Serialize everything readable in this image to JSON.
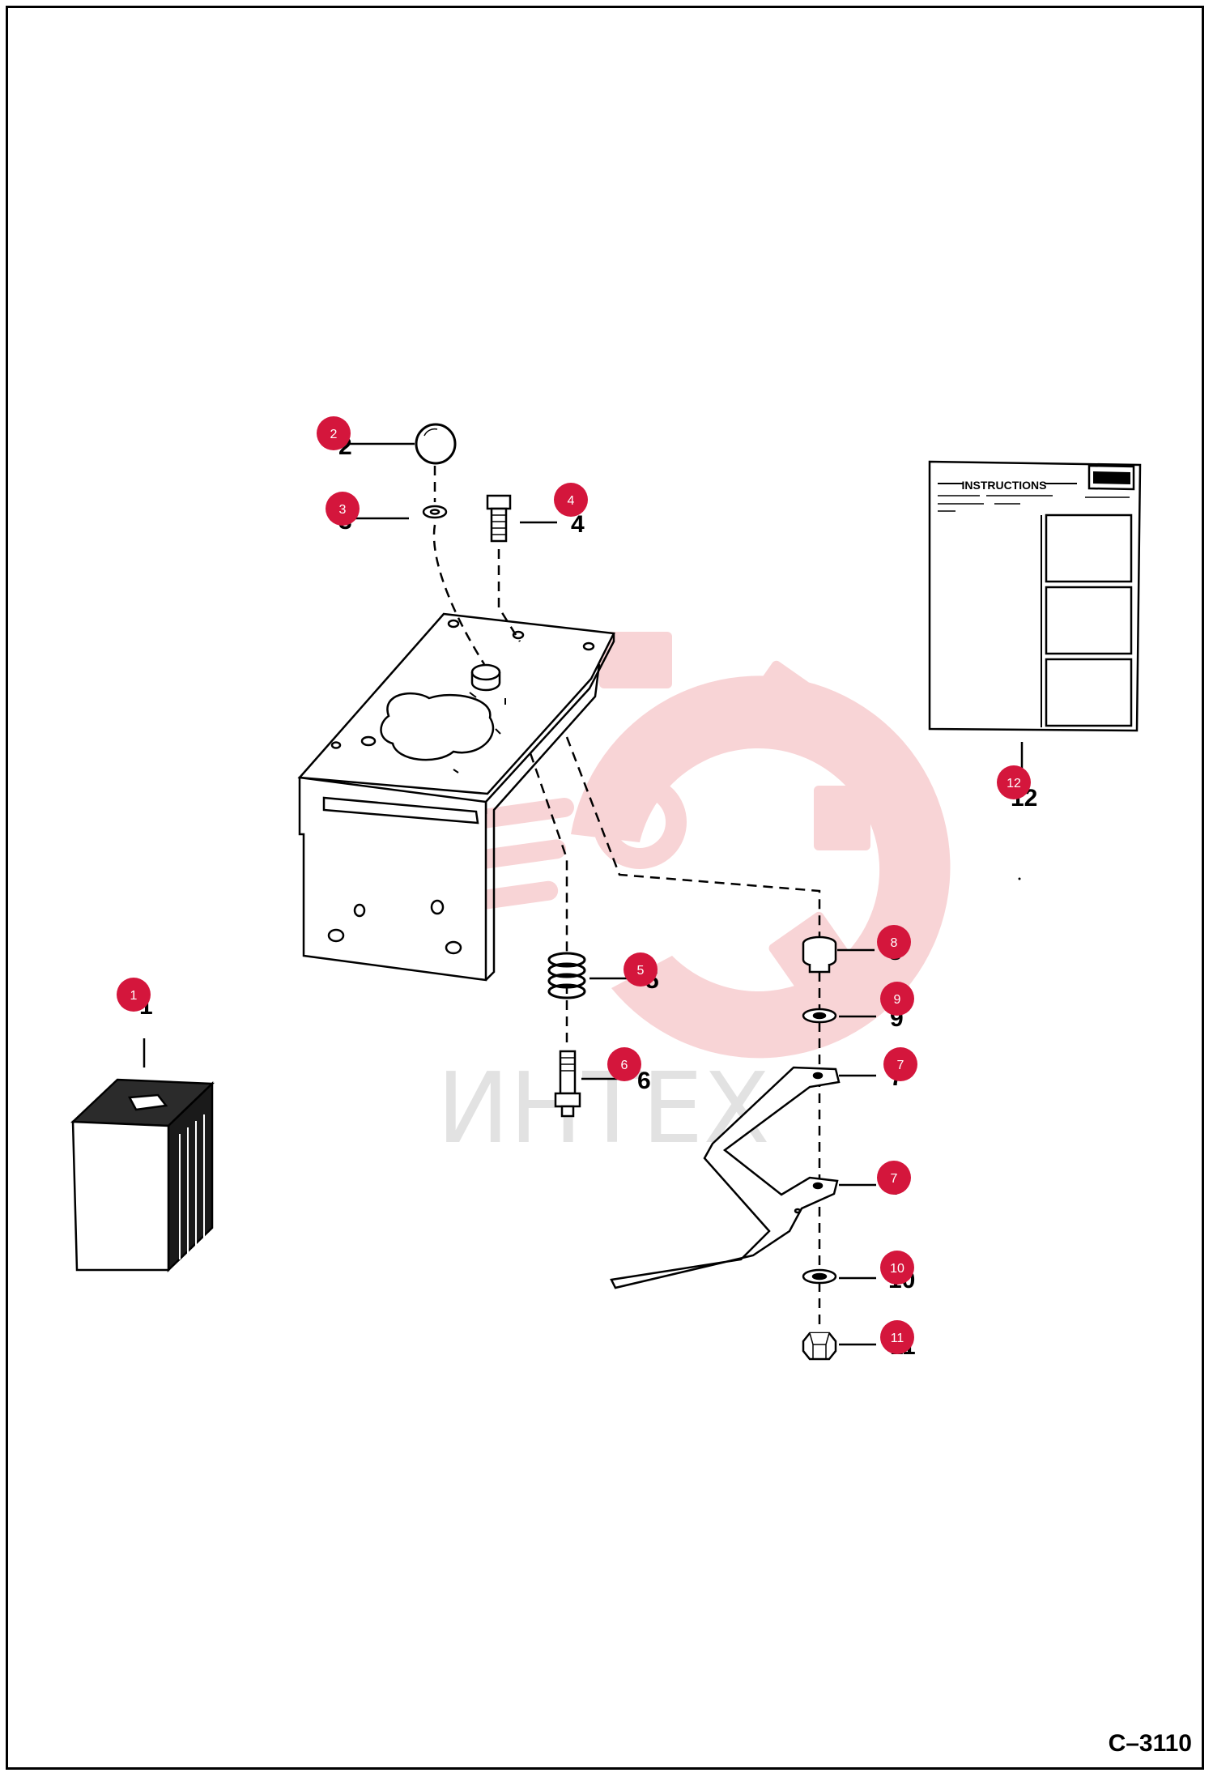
{
  "figure_id": "C–3110",
  "watermark": {
    "text": "ИНТЕХ",
    "gear_color": "#f6c6c8",
    "text_color": "#e2e2e2"
  },
  "badge_color": "#d4163c",
  "card": {
    "title": "INSTRUCTIONS"
  },
  "callouts": [
    {
      "id": "c1",
      "number": "1",
      "label": "1"
    },
    {
      "id": "c2",
      "number": "2",
      "label": "2"
    },
    {
      "id": "c3",
      "number": "3",
      "label": "3"
    },
    {
      "id": "c4",
      "number": "4",
      "label": "4"
    },
    {
      "id": "c5",
      "number": "5",
      "label": "5"
    },
    {
      "id": "c6",
      "number": "6",
      "label": "6"
    },
    {
      "id": "c7a",
      "number": "7",
      "label": "7"
    },
    {
      "id": "c7b",
      "number": "7",
      "label": "7"
    },
    {
      "id": "c8",
      "number": "8",
      "label": "8"
    },
    {
      "id": "c9",
      "number": "9",
      "label": "9"
    },
    {
      "id": "c10",
      "number": "10",
      "label": "10"
    },
    {
      "id": "c11",
      "number": "11",
      "label": "11"
    },
    {
      "id": "c12",
      "number": "12",
      "label": "12"
    }
  ]
}
